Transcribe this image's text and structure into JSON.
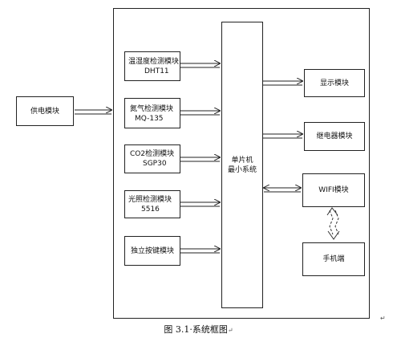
{
  "diagram": {
    "power_module": "供电模块",
    "inputs": [
      {
        "id": "dht11",
        "line1": "温湿度检测模块",
        "line2": "DHT11"
      },
      {
        "id": "mq135",
        "line1": "氮气检测模块",
        "line2": "MQ-135"
      },
      {
        "id": "sgp30",
        "line1": "CO2检测模块",
        "line2": "SGP30"
      },
      {
        "id": "light",
        "line1": "光照检测模块",
        "line2": "5516"
      },
      {
        "id": "keys",
        "line1": "独立按键模块",
        "line2": ""
      }
    ],
    "mcu": {
      "line1": "单片机",
      "line2": "最小系统"
    },
    "outputs": [
      {
        "id": "display",
        "label": "显示模块"
      },
      {
        "id": "relay",
        "label": "继电器模块"
      },
      {
        "id": "wifi",
        "label": "WIFI模块"
      }
    ],
    "phone": "手机端",
    "caption": "图 3.1·系统框图",
    "caption_mark": "↵",
    "corner_mark": "↵"
  }
}
